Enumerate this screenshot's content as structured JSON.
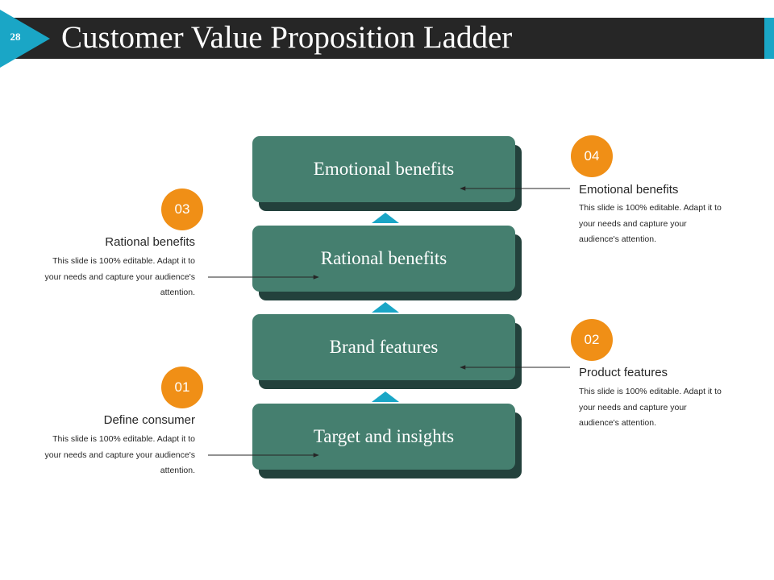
{
  "header": {
    "slide_number": "28",
    "title": "Customer Value Proposition Ladder",
    "bar_color": "#262626",
    "accent_color": "#1aa6c6"
  },
  "ladder": {
    "steps": [
      {
        "label": "Emotional benefits"
      },
      {
        "label": "Rational benefits"
      },
      {
        "label": "Brand features"
      },
      {
        "label": "Target and insights"
      }
    ],
    "step_color": "#457f6f",
    "connector_color": "#1aa6c6"
  },
  "callouts": {
    "c01": {
      "number": "01",
      "heading": "Define consumer",
      "body": "This slide is 100% editable. Adapt it to your needs and capture your audience's attention."
    },
    "c02": {
      "number": "02",
      "heading": "Product features",
      "body": "This slide is 100% editable. Adapt it to your needs and capture your audience's attention."
    },
    "c03": {
      "number": "03",
      "heading": "Rational benefits",
      "body": "This slide is 100% editable. Adapt it to your needs and capture your audience's attention."
    },
    "c04": {
      "number": "04",
      "heading": "Emotional benefits",
      "body": "This slide is 100% editable. Adapt it to your needs and capture your audience's attention."
    },
    "badge_color": "#f08f16"
  }
}
